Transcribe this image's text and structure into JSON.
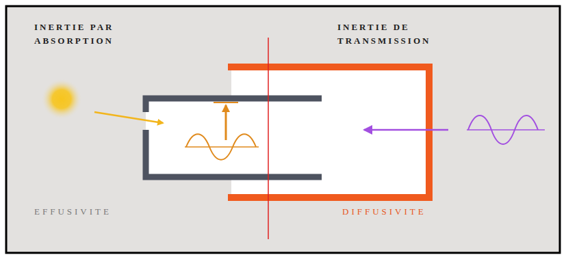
{
  "diagram": {
    "labels": [
      "INERTIE PAR ABSORPTION",
      "INERTIE DE TRANSMISSION",
      "EFFUSIVITE",
      "DIFFUSIVITE"
    ]
  }
}
